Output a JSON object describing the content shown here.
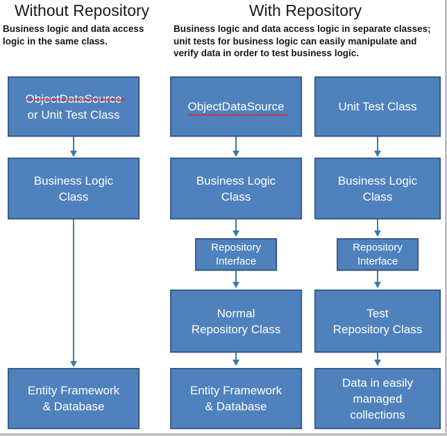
{
  "diagram": {
    "title_left": "Without Repository",
    "title_right": "With Repository",
    "desc_left": "Business logic and data access logic in the same class.",
    "desc_right": "Business logic and data access logic in separate classes; unit tests for business logic can easily manipulate and verify data in order to test business logic.",
    "colors": {
      "box_fill": "#4F81BD",
      "box_border": "#385D8A",
      "box_text": "#FFFFFF",
      "connector": "#3B78AB",
      "spellcheck_underline": "#E02020",
      "background": "#FFFFFF",
      "heading_text": "#1A1A1A"
    },
    "columns": [
      {
        "name": "without-repository",
        "nodes": [
          {
            "id": "odsOrUnitTest",
            "label": "ObjectDataSource\nor Unit Test Class",
            "spellchecked_word": "ObjectDataSource"
          },
          {
            "id": "businessLogic",
            "label": "Business Logic\nClass"
          },
          {
            "id": "entityFramework",
            "label": "Entity Framework\n& Database"
          }
        ]
      },
      {
        "name": "with-repository-production",
        "nodes": [
          {
            "id": "objectDataSource",
            "label": "ObjectDataSource",
            "spellchecked_word": "ObjectDataSource"
          },
          {
            "id": "businessLogic",
            "label": "Business Logic\nClass"
          },
          {
            "id": "repositoryInterface",
            "label": "Repository\nInterface"
          },
          {
            "id": "normalRepository",
            "label": "Normal\nRepository Class"
          },
          {
            "id": "entityFramework",
            "label": "Entity Framework\n& Database"
          }
        ]
      },
      {
        "name": "with-repository-test",
        "nodes": [
          {
            "id": "unitTestClass",
            "label": "Unit Test Class"
          },
          {
            "id": "businessLogic",
            "label": "Business Logic\nClass"
          },
          {
            "id": "repositoryInterface",
            "label": "Repository\nInterface"
          },
          {
            "id": "testRepository",
            "label": "Test\nRepository Class"
          },
          {
            "id": "dataCollections",
            "label": "Data in easily\nmanaged\ncollections"
          }
        ]
      }
    ]
  }
}
